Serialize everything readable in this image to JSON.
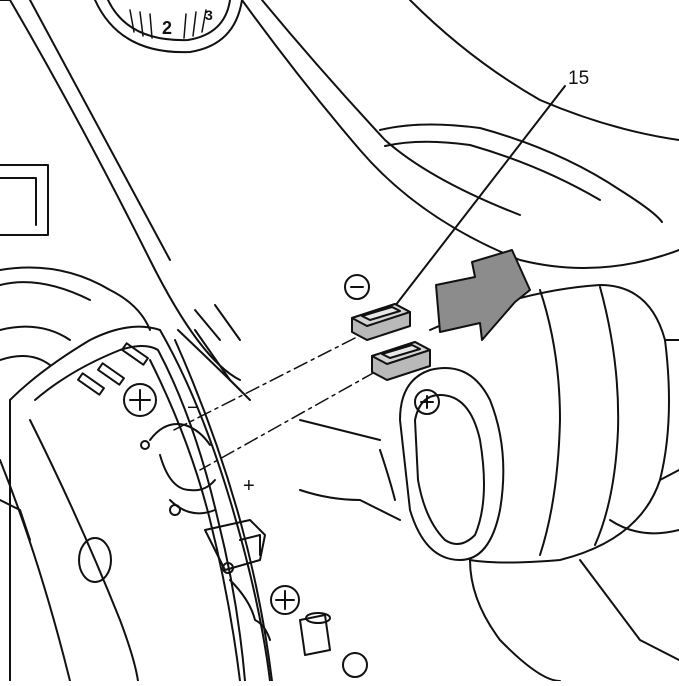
{
  "callouts": {
    "part_number": "15",
    "minus_symbol": "−",
    "plus_symbol": "+"
  },
  "dial": {
    "visible_digits": [
      "2",
      "3"
    ]
  },
  "board": {
    "plus_mark": "+",
    "minus_mark": "−"
  },
  "colors": {
    "line": "#111111",
    "paper": "#ffffff",
    "cap_fill": "#b9b9b9",
    "arrow_fill": "#8c8c8c"
  }
}
